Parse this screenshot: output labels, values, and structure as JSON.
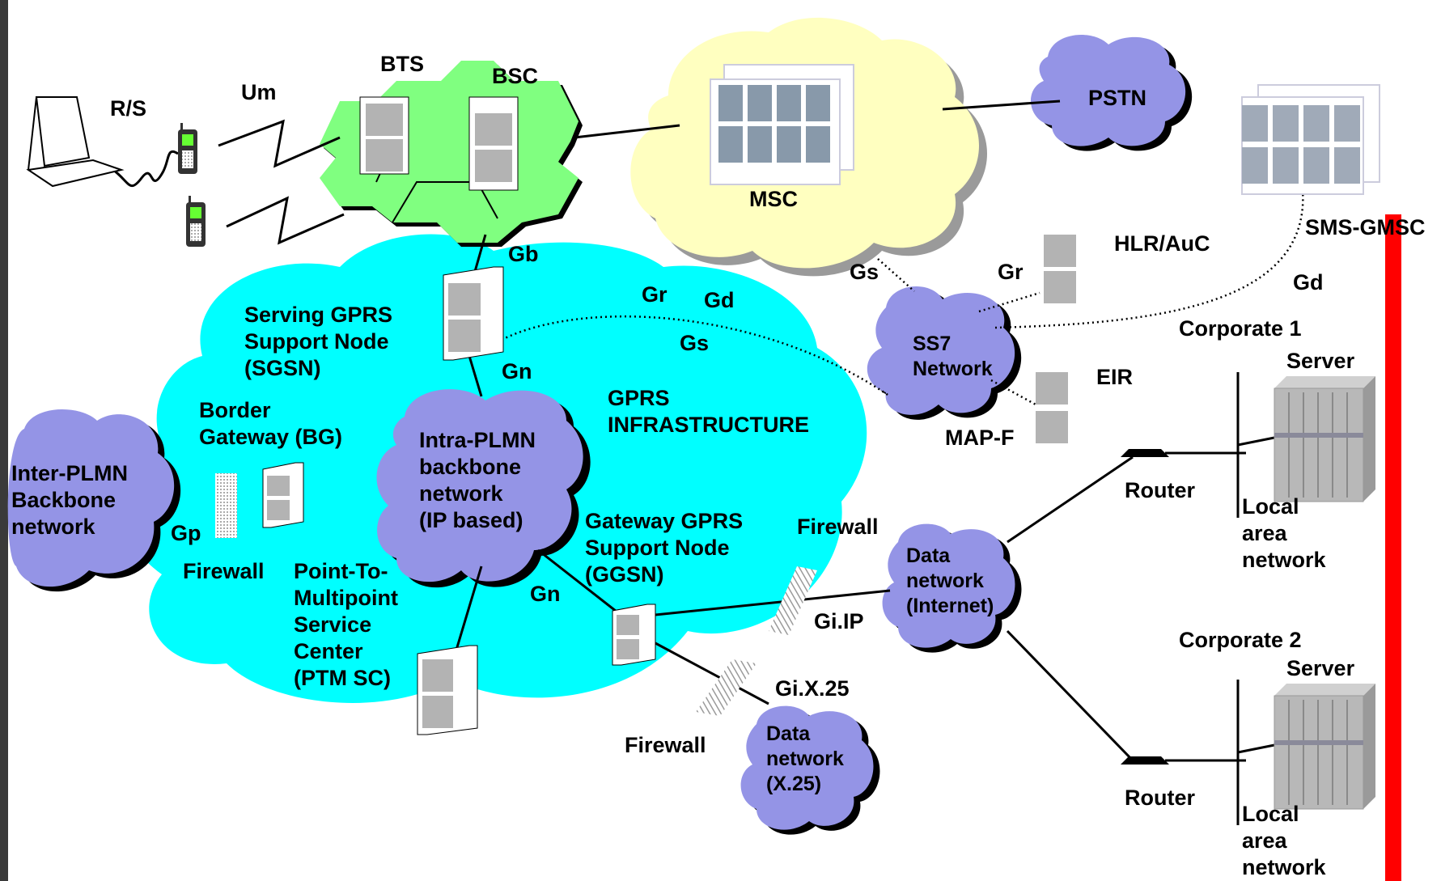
{
  "labels": {
    "bts": "BTS",
    "bsc": "BSC",
    "um": "Um",
    "rs": "R/S",
    "msc": "MSC",
    "pstn": "PSTN",
    "sms_gmsc": "SMS-GMSC",
    "hlr": "HLR/AuC",
    "gs_top": "Gs",
    "gr_right": "Gr",
    "gd_right": "Gd",
    "ss7": "SS7\nNetwork",
    "eir": "EIR",
    "mapf": "MAP-F",
    "gb": "Gb",
    "gr_mid": "Gr",
    "gd_mid": "Gd",
    "gs_mid": "Gs",
    "sgsn": "Serving GPRS\nSupport Node\n(SGSN)",
    "gn_top": "Gn",
    "gprs_infra": "GPRS\nINFRASTRUCTURE",
    "bg": "Border\nGateway (BG)",
    "intra_plmn": "Intra-PLMN\nbackbone\nnetwork\n(IP based)",
    "inter_plmn": "Inter-PLMN\nBackbone\nnetwork",
    "gp": "Gp",
    "firewall_left": "Firewall",
    "ptm": "Point-To-\nMultipoint\nService\nCenter\n(PTM SC)",
    "ggsn": "Gateway GPRS\nSupport Node\n(GGSN)",
    "gn_bottom": "Gn",
    "firewall_mid": "Firewall",
    "gi_ip": "Gi.IP",
    "data_internet": "Data\nnetwork\n(Internet)",
    "gi_x25": "Gi.X.25",
    "firewall_bottom": "Firewall",
    "data_x25": "Data\nnetwork\n(X.25)",
    "corp1": "Corporate 1",
    "server1": "Server",
    "router1": "Router",
    "lan1": "Local\narea\nnetwork",
    "corp2": "Corporate 2",
    "server2": "Server",
    "router2": "Router",
    "lan2": "Local\narea\nnetwork"
  },
  "colors": {
    "gprs_cloud": "#00ffff",
    "msc_cloud": "#ffffc0",
    "purple_cloud": "#9494e6",
    "bss_green": "#80ff80",
    "node_gray": "#b3b3b3",
    "red_bar": "#ff0000"
  }
}
